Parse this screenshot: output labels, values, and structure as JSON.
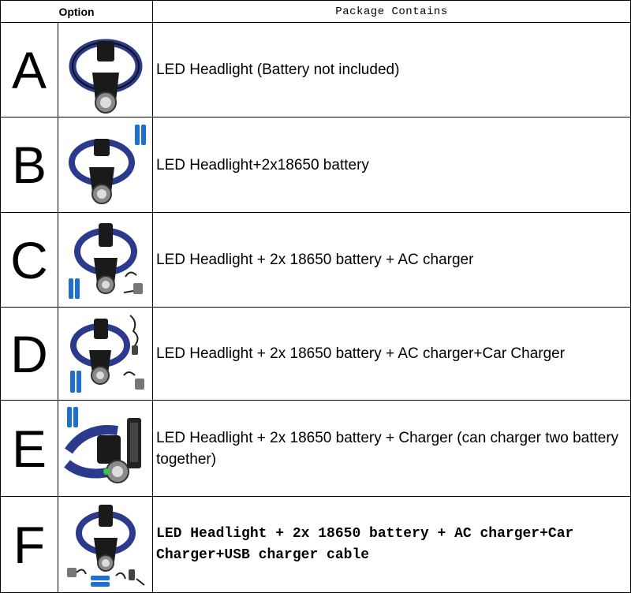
{
  "header": {
    "option": "Option",
    "package": "Package Contains"
  },
  "rows": [
    {
      "letter": "A",
      "desc": "LED Headlight (Battery not included)",
      "image_icon": "headlamp-icon"
    },
    {
      "letter": "B",
      "desc": "LED Headlight+2x18650 battery",
      "image_icon": "headlamp-batteries-icon"
    },
    {
      "letter": "C",
      "desc": "LED Headlight + 2x 18650 battery + AC charger",
      "image_icon": "headlamp-ac-charger-icon"
    },
    {
      "letter": "D",
      "desc": "LED Headlight + 2x 18650 battery + AC charger+Car Charger",
      "image_icon": "headlamp-car-charger-icon"
    },
    {
      "letter": "E",
      "desc": "LED Headlight + 2x 18650 battery + Charger (can charger two battery together)",
      "image_icon": "headlamp-dual-charger-icon"
    },
    {
      "letter": "F",
      "desc": "LED Headlight + 2x 18650 battery + AC charger+Car Charger+USB charger cable",
      "image_icon": "headlamp-usb-cable-icon"
    }
  ],
  "colors": {
    "battery": "#1e6fd0",
    "strap": "#2b3a8c",
    "lamp": "#1a1a1a"
  }
}
